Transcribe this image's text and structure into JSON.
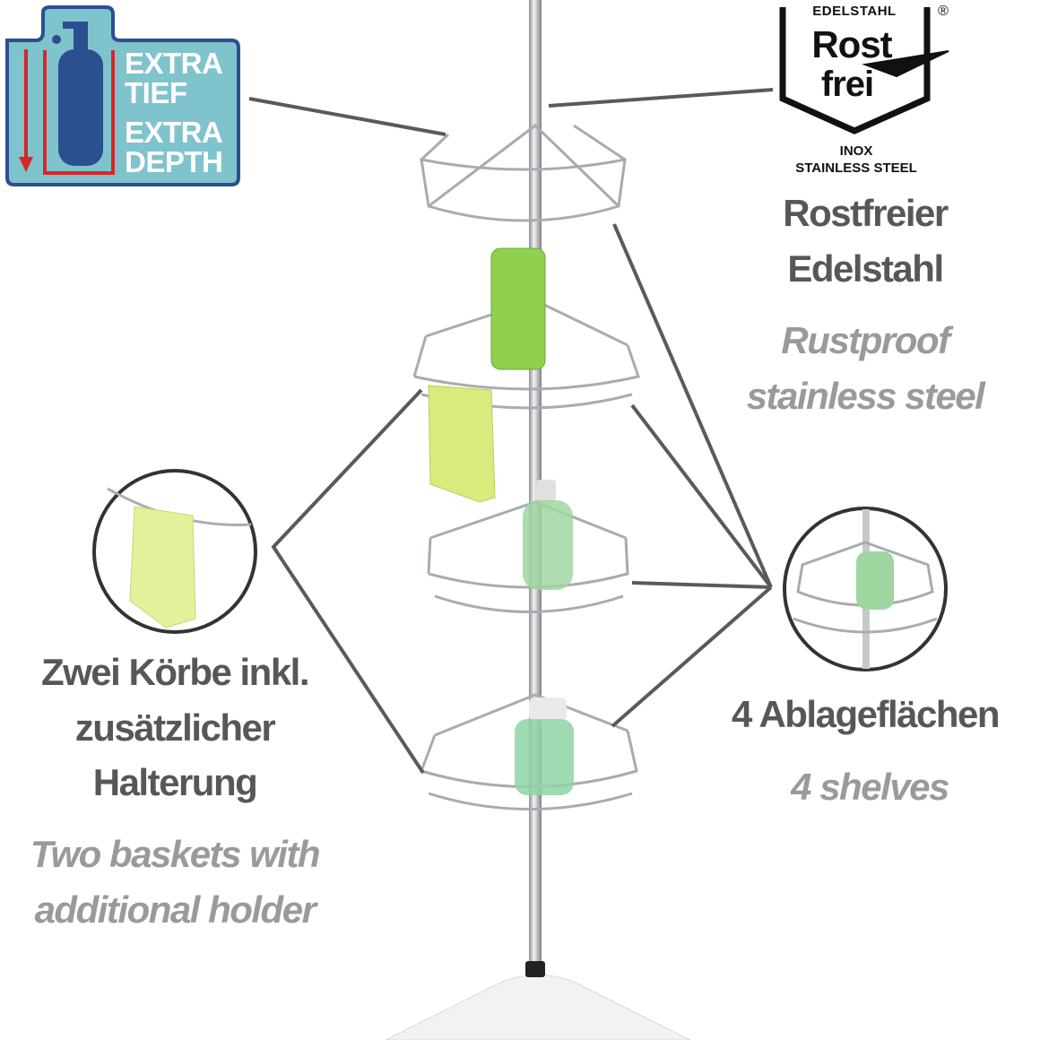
{
  "badge": {
    "line1": "EXTRA",
    "line2": "TIEF",
    "line3": "EXTRA",
    "line4": "DEPTH",
    "colors": {
      "fill": "#7fc3cc",
      "border": "#2b4f8f",
      "bottle": "#2b4f8f",
      "arrow": "#d9262a"
    }
  },
  "logo": {
    "top": "EDELSTAHL",
    "registered": "®",
    "word1": "Rost",
    "word2": "frei",
    "sub1": "INOX",
    "sub2": "STAINLESS STEEL"
  },
  "features": {
    "stainless": {
      "de_line1": "Rostfreier",
      "de_line2": "Edelstahl",
      "en_line1": "Rustproof",
      "en_line2": "stainless steel"
    },
    "baskets": {
      "de_line1": "Zwei Körbe inkl.",
      "de_line2": "zusätzlicher",
      "de_line3": "Halterung",
      "en_line1": "Two baskets with",
      "en_line2": "additional holder"
    },
    "shelves": {
      "de_line1": "4 Ablageflächen",
      "en_line1": "4 shelves"
    }
  },
  "colors": {
    "text_dark": "#575757",
    "text_light": "#9a9a9a",
    "line": "#5a5a5a",
    "chrome": "#b8bcc0"
  }
}
